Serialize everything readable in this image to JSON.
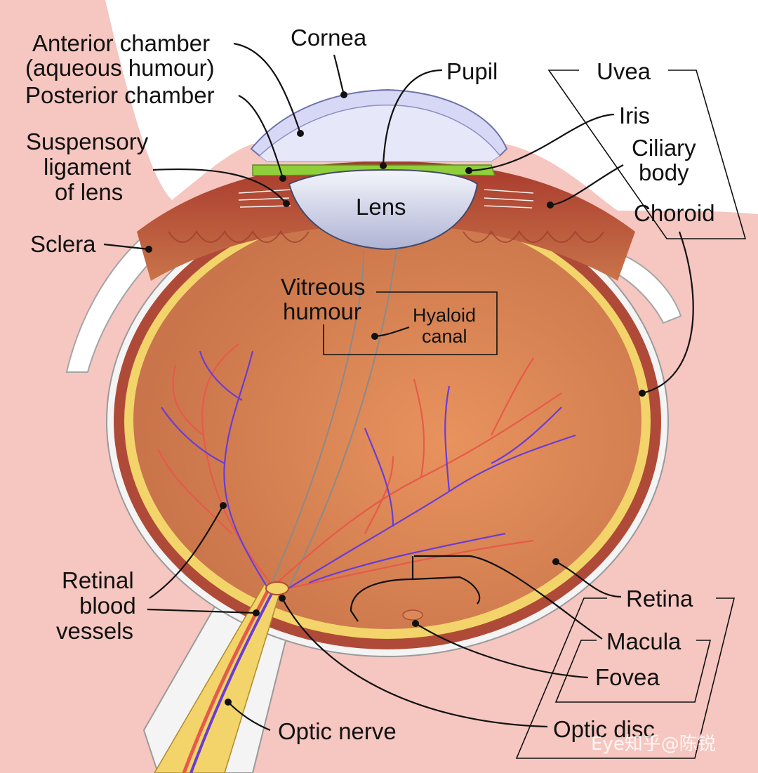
{
  "labels": {
    "anterior_chamber": [
      "Anterior chamber",
      "(aqueous humour)"
    ],
    "cornea": "Cornea",
    "pupil": "Pupil",
    "uvea": "Uvea",
    "posterior_chamber": "Posterior chamber",
    "iris": "Iris",
    "suspensory_ligament": [
      "Suspensory",
      "ligament",
      "of lens"
    ],
    "ciliary_body": [
      "Ciliary",
      "body"
    ],
    "lens": "Lens",
    "choroid": "Choroid",
    "sclera": "Sclera",
    "vitreous_humour": [
      "Vitreous",
      "humour"
    ],
    "hyaloid_canal": [
      "Hyaloid",
      "canal"
    ],
    "retinal_blood_vessels": [
      "Retinal",
      "blood",
      "vessels"
    ],
    "retina": "Retina",
    "macula": "Macula",
    "fovea": "Fovea",
    "optic_nerve": "Optic nerve",
    "optic_disc": "Optic disc"
  },
  "watermark": "Eye知乎@陈锐",
  "colors": {
    "background": "#f6c6c0",
    "white_area": "#ffffff",
    "sclera": "#f4f4f4",
    "choroid": "#b04a38",
    "retina": "#f2d46a",
    "vitreous": "#d98a58",
    "cornea": "#d6d8f6",
    "lens": "#dfe3f5",
    "iris": "#8fcf3a",
    "artery": "#e65a4a",
    "vein": "#6a3cd6"
  }
}
